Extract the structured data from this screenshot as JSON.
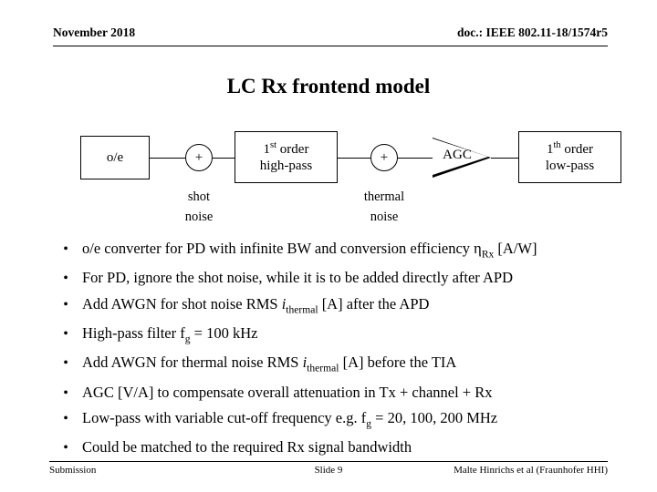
{
  "header": {
    "left": "November 2018",
    "right": "doc.: IEEE 802.11-18/1574r5"
  },
  "title": "LC Rx frontend model",
  "diagram": {
    "oe_label": "o/e",
    "adder_shot": "+",
    "adder_thermal": "+",
    "hp_line1": "1",
    "hp_sup": "st",
    "hp_line1b": " order",
    "hp_line2": "high-pass",
    "agc_label": "AGC",
    "lp_line1": "1",
    "lp_sup": "th",
    "lp_line1b": " order",
    "lp_line2": "low-pass",
    "shot_noise_line1": "shot",
    "shot_noise_line2": "noise",
    "thermal_noise_line1": "thermal",
    "thermal_noise_line2": "noise"
  },
  "bullets": [
    {
      "marker": "•",
      "parts": [
        {
          "t": "o/e converter for PD with infinite BW and conversion efficiency η"
        },
        {
          "t": "Rx",
          "style": "sub"
        },
        {
          "t": " [A/W]"
        }
      ]
    },
    {
      "marker": "•",
      "parts": [
        {
          "t": "For PD, ignore the shot noise, while it is to be added directly after APD"
        }
      ]
    },
    {
      "marker": "•",
      "parts": [
        {
          "t": "Add AWGN for shot noise RMS "
        },
        {
          "t": "i",
          "style": "ital"
        },
        {
          "t": "thermal",
          "style": "sub"
        },
        {
          "t": " [A] after the APD"
        }
      ]
    },
    {
      "marker": "•",
      "parts": [
        {
          "t": "High-pass filter f"
        },
        {
          "t": "g",
          "style": "sub"
        },
        {
          "t": " = 100 kHz"
        }
      ]
    },
    {
      "marker": "•",
      "parts": [
        {
          "t": "Add AWGN for thermal noise RMS "
        },
        {
          "t": "i",
          "style": "ital"
        },
        {
          "t": "thermal",
          "style": "sub"
        },
        {
          "t": " [A] before the TIA"
        }
      ]
    },
    {
      "marker": "•",
      "parts": [
        {
          "t": "AGC [V/A] to compensate overall attenuation in Tx + channel + Rx"
        }
      ]
    },
    {
      "marker": "•",
      "parts": [
        {
          "t": "Low-pass with variable cut-off frequency e.g. f"
        },
        {
          "t": "g",
          "style": "sub"
        },
        {
          "t": " = 20, 100, 200 MHz"
        }
      ]
    },
    {
      "marker": "•",
      "parts": [
        {
          "t": "Could be matched to the required Rx signal bandwidth"
        }
      ]
    }
  ],
  "footer": {
    "left": "Submission",
    "center": "Slide 9",
    "right": "Malte Hinrichs et al (Fraunhofer HHI)"
  }
}
